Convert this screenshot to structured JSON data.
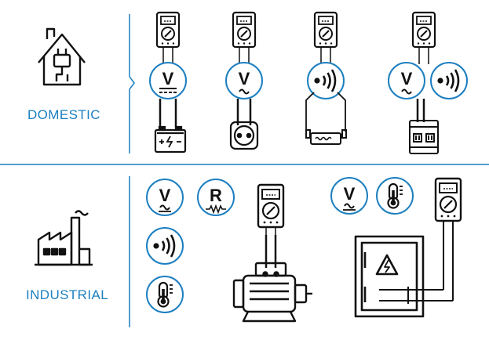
{
  "sections": {
    "domestic": {
      "label": "DOMESTIC"
    },
    "industrial": {
      "label": "INDUSTRIAL"
    }
  },
  "icons": {
    "voltage_letter": "V",
    "resistance_letter": "R"
  },
  "colors": {
    "accent": "#1c7fc0",
    "ink": "#111111",
    "divider": "#1c7fc0"
  }
}
